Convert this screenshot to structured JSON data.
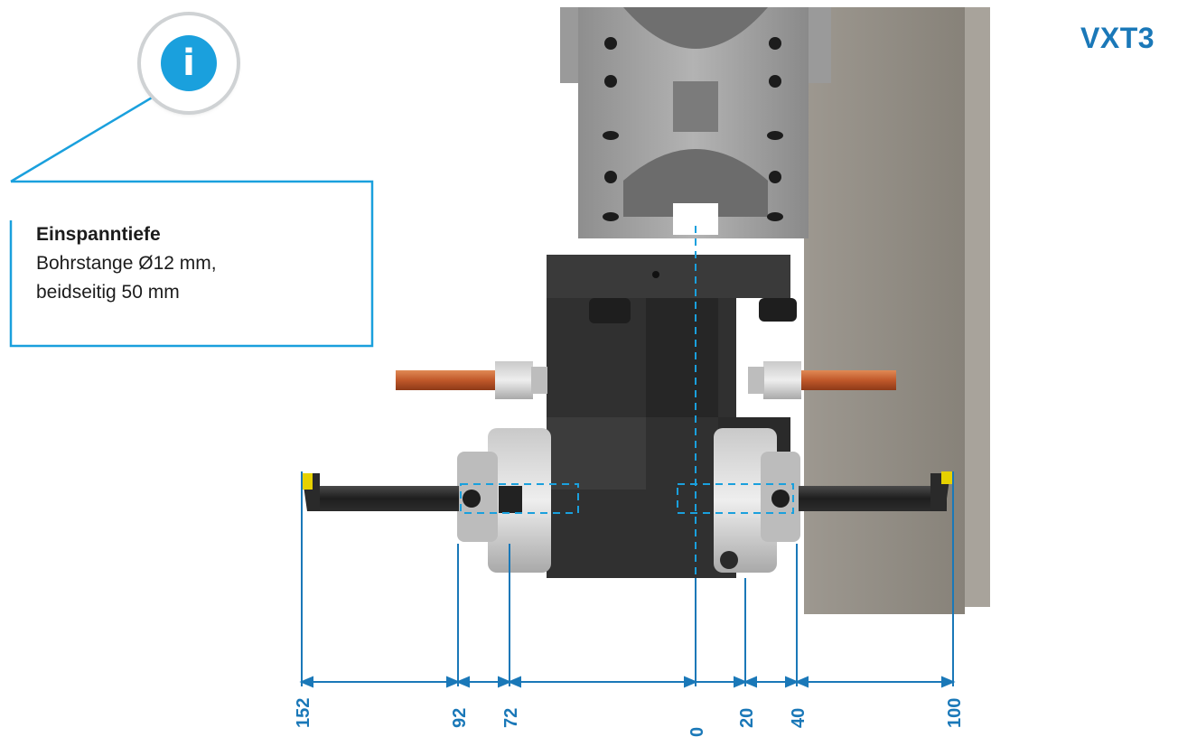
{
  "title": "VXT3",
  "info": {
    "icon": "info-icon",
    "heading": "Einspanntiefe",
    "line1": "Bohrstange Ø12 mm,",
    "line2": "beidseitig 50 mm"
  },
  "dimensions": {
    "d152": "152",
    "d92": "92",
    "d72": "72",
    "d0": "0",
    "d20": "20",
    "d40": "40",
    "d100": "100"
  },
  "colors": {
    "accent": "#1a78b8",
    "icon": "#1aa0dd"
  }
}
